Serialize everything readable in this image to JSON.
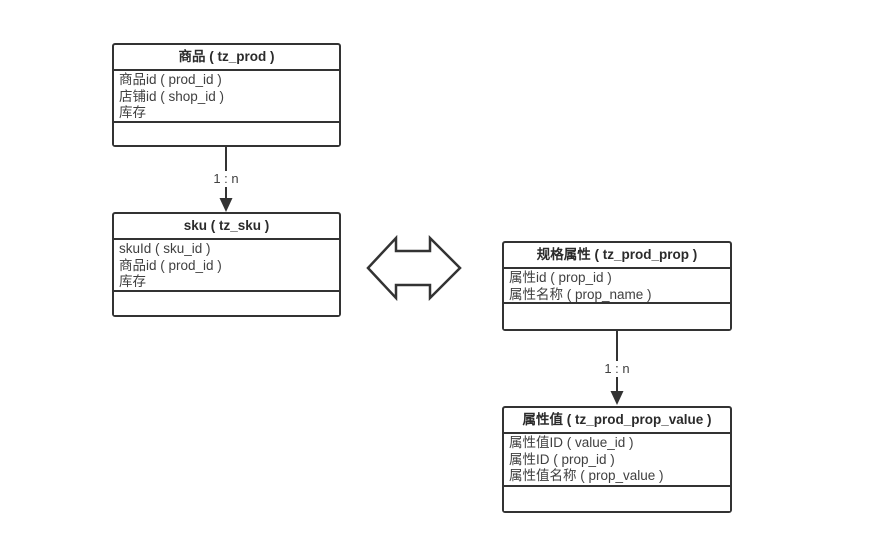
{
  "diagram": {
    "tables": [
      {
        "key": "prod",
        "title": "商品 ( tz_prod )",
        "fields": [
          "商品id ( prod_id )",
          "店铺id ( shop_id )",
          "库存"
        ]
      },
      {
        "key": "sku",
        "title": "sku ( tz_sku )",
        "fields": [
          "skuId ( sku_id )",
          "商品id ( prod_id )",
          "库存"
        ]
      },
      {
        "key": "prod_prop",
        "title": "规格属性 ( tz_prod_prop )",
        "fields": [
          "属性id ( prop_id )",
          "属性名称 ( prop_name )"
        ]
      },
      {
        "key": "prod_prop_value",
        "title": "属性值 ( tz_prod_prop_value )",
        "fields": [
          "属性值ID ( value_id )",
          "属性ID ( prop_id )",
          "属性值名称 ( prop_value )"
        ]
      }
    ],
    "connectors": [
      {
        "from": "prod",
        "to": "sku",
        "label": "1 : n"
      },
      {
        "from": "prod_prop",
        "to": "prod_prop_value",
        "label": "1 : n"
      },
      {
        "type": "double-arrow",
        "between": [
          "sku",
          "prod_prop"
        ]
      }
    ],
    "colors": {
      "border": "#333333",
      "text": "#404040",
      "background": "#ffffff"
    }
  }
}
